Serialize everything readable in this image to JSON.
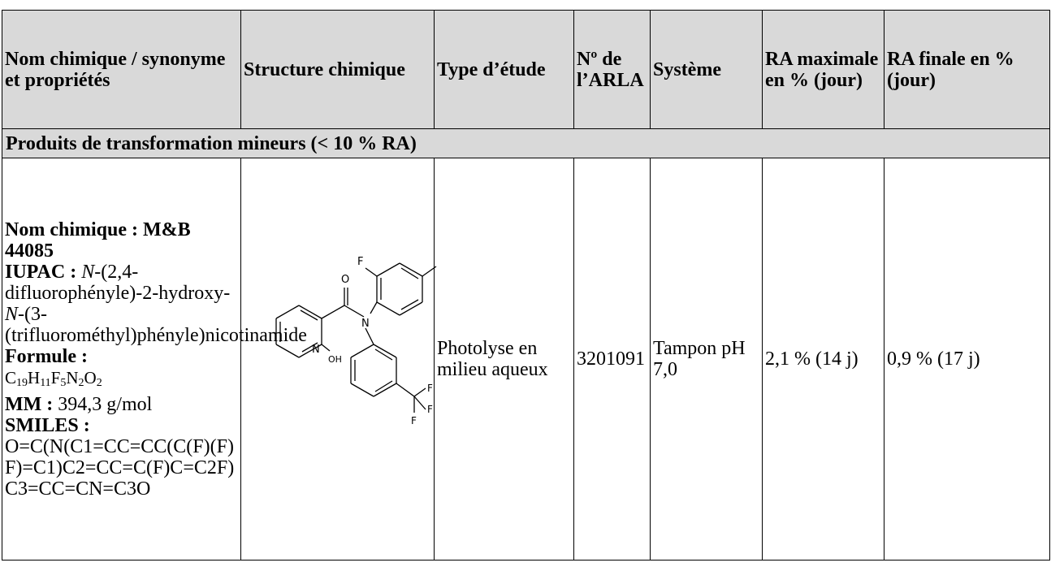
{
  "headers": [
    "Nom chimique / synonyme et propriétés",
    "Structure chimique",
    "Type d’étude",
    "Nº de l’ARLA",
    "Système",
    "RA maximale en % (jour)",
    "RA finale en % (jour)"
  ],
  "section_title": "Produits de transformation mineurs (< 10 % RA)",
  "row": {
    "name_label": "Nom chimique :",
    "name_value": "M&B 44085",
    "iupac_label": "IUPAC :",
    "iupac_n1": "N",
    "iupac_part1": "-(2,4-difluorophényle)-2-hydroxy-",
    "iupac_n2": "N",
    "iupac_part2": "-(3-(trifluorométhyl)phényle)nicotinamide",
    "formula_label": "Formule :",
    "formula_parts": [
      "C",
      "19",
      "H",
      "11",
      "F",
      "5",
      "N",
      "2",
      "O",
      "2"
    ],
    "mm_label": "MM :",
    "mm_value": "394,3 g/mol",
    "smiles_label": "SMILES :",
    "smiles_value": "O=C(N(C1=CC=CC(C(F)(F)F)=C1)C2=CC=C(F)C=C2F)C3=CC=CN=C3O",
    "structure_atoms": {
      "o_top": "O",
      "f_top": "F",
      "n_amide": "N",
      "n_ring": "N",
      "oh": "OH",
      "f1": "F",
      "f2": "F",
      "f3": "F"
    },
    "study_type": "Photolyse en milieu aqueux",
    "pmra_no": "3201091",
    "system": "Tampon pH 7,0",
    "max_ra": "2,1 % (14 j)",
    "final_ra": "0,9 % (17 j)"
  }
}
